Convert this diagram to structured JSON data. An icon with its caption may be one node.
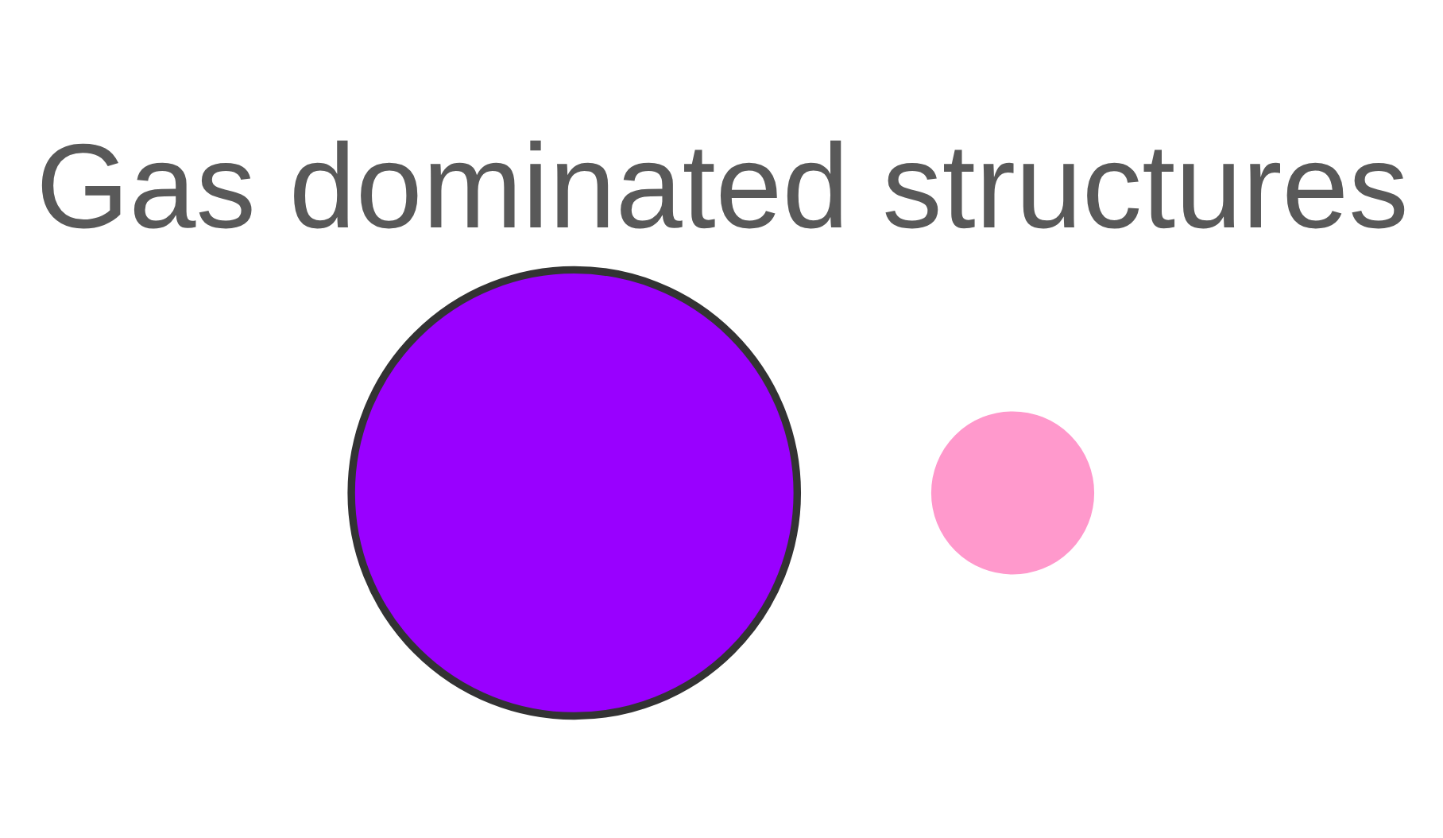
{
  "diagram": {
    "title": "Gas dominated structures",
    "nodes": [
      {
        "text": [],
        "shape": "circle"
      },
      {
        "text": [],
        "shape": "circle"
      }
    ]
  }
}
